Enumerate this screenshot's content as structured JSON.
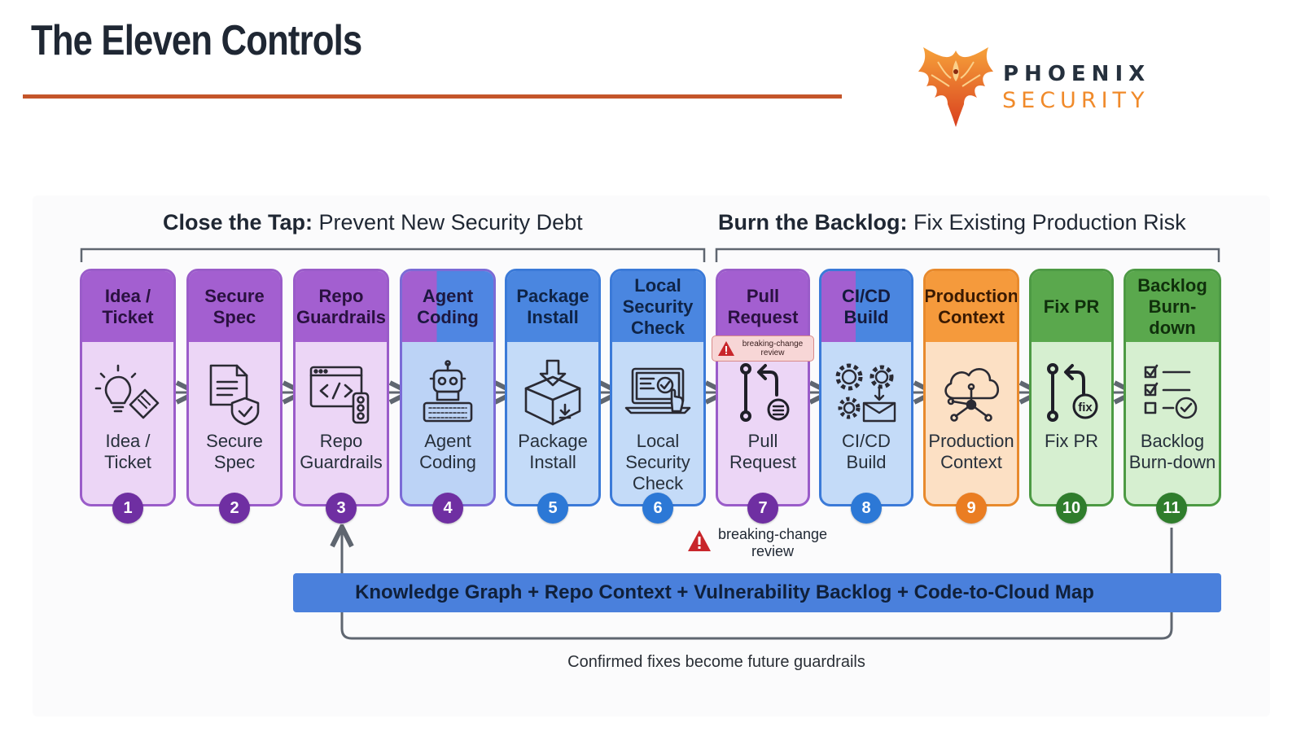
{
  "page": {
    "title": "The Eleven Controls",
    "logo": {
      "word1": "PHOENIX",
      "word2": "SECURITY"
    }
  },
  "sections": {
    "left": {
      "bold": "Close the Tap:",
      "rest": " Prevent New Security Debt"
    },
    "right": {
      "bold": "Burn the Backlog:",
      "rest": " Fix Existing Production Risk"
    }
  },
  "steps": [
    {
      "header": "Idea / Ticket",
      "label": "Idea / Ticket",
      "number": "1",
      "icon": "idea-ticket-icon"
    },
    {
      "header": "Secure Spec",
      "label": "Secure Spec",
      "number": "2",
      "icon": "secure-spec-icon"
    },
    {
      "header": "Repo Guardrails",
      "label": "Repo Guardrails",
      "number": "3",
      "icon": "repo-guardrails-icon"
    },
    {
      "header": "Agent Coding",
      "label": "Agent Coding",
      "number": "4",
      "icon": "robot-icon"
    },
    {
      "header": "Package Install",
      "label": "Package Install",
      "number": "5",
      "icon": "package-icon"
    },
    {
      "header": "Local Security Check",
      "label": "Local Security Check",
      "number": "6",
      "icon": "laptop-check-icon"
    },
    {
      "header": "Pull Request",
      "label": "Pull Request",
      "number": "7",
      "icon": "pull-request-icon"
    },
    {
      "header": "CI/CD Build",
      "label": "CI/CD Build",
      "number": "8",
      "icon": "gears-icon"
    },
    {
      "header": "Production Context",
      "label": "Production Context",
      "number": "9",
      "icon": "cloud-network-icon"
    },
    {
      "header": "Fix PR",
      "label": "Fix PR",
      "number": "10",
      "icon": "fix-pr-icon"
    },
    {
      "header": "Backlog Burn-down",
      "label": "Backlog Burn-down",
      "number": "11",
      "icon": "checklist-icon"
    }
  ],
  "warning_chip": "breaking-change review",
  "warning_note": "breaking-change review",
  "knowledge_bar": "Knowledge Graph + Repo Context + Vulnerability Backlog + Code-to-Cloud Map",
  "loop_caption": "Confirmed fixes become future guardrails",
  "colors": {
    "accent_rule": "#c4552a",
    "purple": "#a35fd0",
    "blue": "#4a86e0",
    "orange": "#f59a3c",
    "green": "#5aa84d"
  }
}
